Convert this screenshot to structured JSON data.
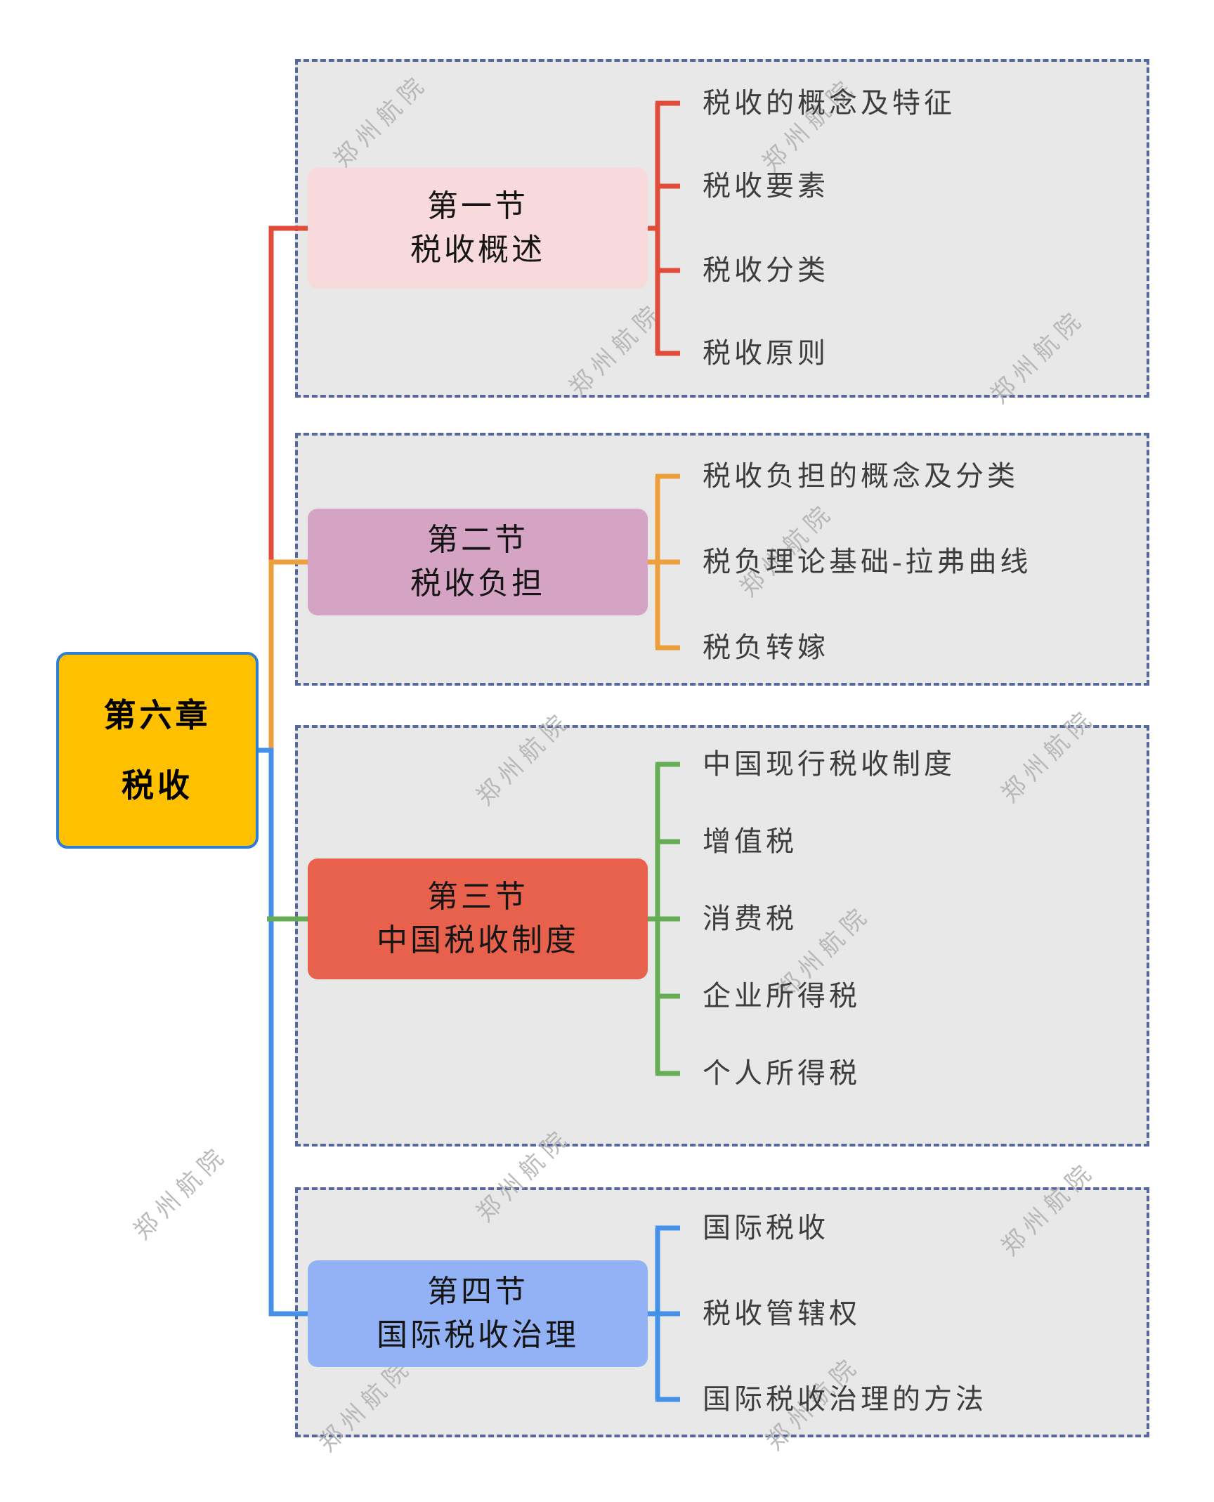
{
  "root": {
    "title_line1": "第六章",
    "title_line2": "税收",
    "fill": "#ffc000",
    "border_color": "#2e7fd4"
  },
  "sections": [
    {
      "title_line1": "第一节",
      "title_line2": "税收概述",
      "box_color": "#f8dadc",
      "line_color": "#e04b3a",
      "children": [
        "税收的概念及特征",
        "税收要素",
        "税收分类",
        "税收原则"
      ]
    },
    {
      "title_line1": "第二节",
      "title_line2": "税收负担",
      "box_color": "#d5a4c4",
      "line_color": "#ee9f3d",
      "children": [
        "税收负担的概念及分类",
        "税负理论基础-拉弗曲线",
        "税负转嫁"
      ]
    },
    {
      "title_line1": "第三节",
      "title_line2": "中国税收制度",
      "box_color": "#e8614c",
      "line_color": "#66ac55",
      "children": [
        "中国现行税收制度",
        "增值税",
        "消费税",
        "企业所得税",
        "个人所得税"
      ]
    },
    {
      "title_line1": "第四节",
      "title_line2": "国际税收治理",
      "box_color": "#93b2f5",
      "line_color": "#4591e9",
      "children": [
        "国际税收",
        "税收管辖权",
        "国际税收治理的方法"
      ]
    }
  ],
  "watermark": {
    "text": "郑州航院",
    "color": "#afafaf"
  },
  "style_colors": {
    "container_fill": "#e8e8e8",
    "container_dash_border": "#56689b",
    "leaf_text": "#3d3d3d",
    "node_text": "#151515"
  }
}
